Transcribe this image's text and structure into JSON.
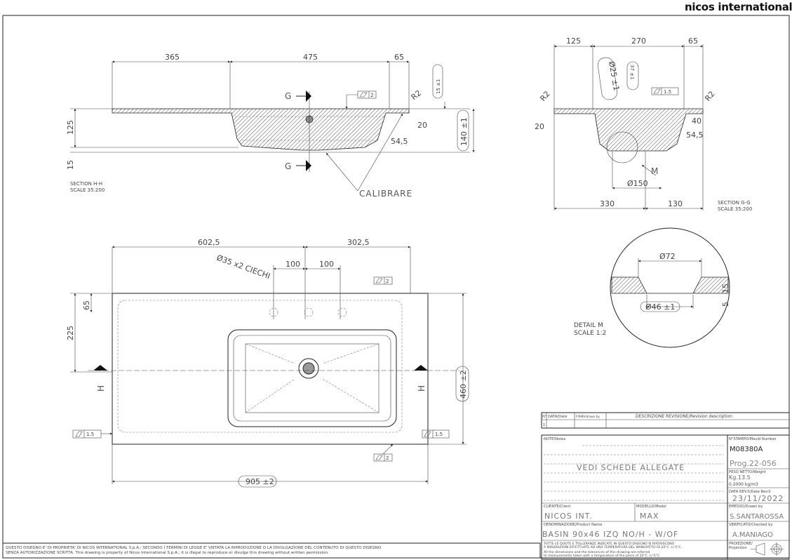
{
  "brand": {
    "logo_text": "nicos international"
  },
  "section_hh": {
    "title": "SECTION H-H",
    "scale": "SCALE 35:200",
    "dims": {
      "left": "365",
      "basin": "475",
      "right": "65",
      "depth": "125",
      "bottom": "15",
      "rim": "15 ±1",
      "total": "140 ±1",
      "d20": "20",
      "d54": "54,5",
      "radius": "R2",
      "flatness": "2"
    },
    "cut_label": "G",
    "note": "CALIBRARE"
  },
  "section_gg": {
    "title": "SECTION G-G",
    "scale": "SCALE 35:200",
    "dims": {
      "left": "125",
      "basin": "270",
      "right": "65",
      "overflow": "Ø25 ±1",
      "overflow_h": "37 ±1",
      "flatness": "1.5",
      "radius": "R2",
      "d20": "20",
      "d40": "40",
      "d54": "54,5",
      "drain": "Ø150",
      "b330": "330",
      "b130": "130"
    },
    "detail_label": "M"
  },
  "plan": {
    "dims": {
      "left": "602,5",
      "right": "302,5",
      "h1": "100",
      "h2": "100",
      "holes": "Ø35 x2 CIECHI",
      "d225": "225",
      "d65": "65",
      "depth": "460 ±2",
      "width": "905 ±2",
      "flat_side": "1.5",
      "flat_edge": "2"
    },
    "cut_label": "H"
  },
  "detail_m": {
    "title": "DETAIL M",
    "scale": "SCALE 1:2",
    "dims": {
      "top": "Ø72",
      "bottom": "Ø46 ±1",
      "h15": "15",
      "h5": "5"
    }
  },
  "revision_table": {
    "headers": [
      "N°",
      "DATA/Date",
      "FIRMA/drawn by",
      "DESCRIZIONE REVISIONE/Revision description"
    ],
    "rows": [
      [
        "1",
        "",
        "",
        ""
      ]
    ]
  },
  "title_block": {
    "notes_label": "NOTE/Notes",
    "notes_text": "VEDI SCHEDE ALLEGATE",
    "mould_label": "N°STAMPO/Mould Number",
    "mould_number": "M08380A",
    "prog": "Prog.22-056",
    "weight_label": "PESO NETTO/Weight",
    "weight": "Kg.13.5",
    "density": "0.2000 kg/m3",
    "date_label": "DATA REV.0/Date Rev.0",
    "date": "23/11/2022",
    "client_label": "CLIENTE/Client",
    "client": "NICOS INT.",
    "model_label": "MODELLO/Model",
    "model": "MAX",
    "drawn_label": "EMESSO/Drawn by",
    "drawn_by": "S.SANTAROSSA",
    "product_label": "DENOMINAZIONE/Product Name",
    "product": "BASIN 90x46 IZQ NO/H - W/OF",
    "checked_label": "VERIFICATO/Checked by",
    "checked_by": "A.MANIAGO",
    "projection_label": "PROIEZIONE/",
    "projection_label2": "Projection",
    "tol_it_1": "TUTTE LE QUOTE E TOLLERANZE INDICATE IN QUESTO DISEGNO SI RIFERISCONO",
    "tol_it_2": "A MISURAZIONI EFFETTUATE AD UNA TEMPERATURA DEL MANUFATTO DI 20°C +/-5°C.",
    "tol_en_1": "All the dimensions and the tolerances of this drawing are referred",
    "tol_en_2": "to measurements taken with a temperature of the piece of 20°C +/-5°C."
  },
  "footer": {
    "line1": "QUESTO DISEGNO E' DI PROPRIETA' DI NICOS INTERNATIONAL S.p.A.; SECONDO I TERMINI DI LEGGE E' VIETATA LA RIPRODUZIONE O LA DIVULGAZIONE DEL CONTENUTO DI QUESTO DISEGNO",
    "line2": "SENZA AUTORIZZAZIONE SCRITTA. This drawing is property of Nicos International S.p.A.; it is illegal to reproduce or divulge this drawing without written permission."
  }
}
